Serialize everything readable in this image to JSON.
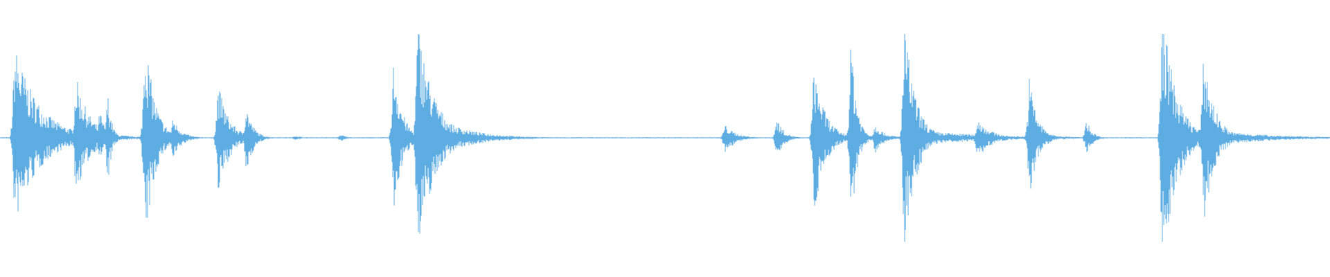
{
  "waveform": {
    "color": "#5dade2",
    "baseline_color": "#5dade2",
    "background": "#ffffff",
    "bursts": [
      {
        "t": 0.011,
        "amp_up": 0.98,
        "amp_down": 0.92,
        "decay": 0.018,
        "tail": 0.22,
        "tail_len": 0.028
      },
      {
        "t": 0.022,
        "amp_up": 0.4,
        "amp_down": 0.35,
        "decay": 0.006,
        "tail": 0.15,
        "tail_len": 0.012
      },
      {
        "t": 0.057,
        "amp_up": 0.66,
        "amp_down": 0.62,
        "decay": 0.01,
        "tail": 0.18,
        "tail_len": 0.018
      },
      {
        "t": 0.075,
        "amp_up": 0.3,
        "amp_down": 0.26,
        "decay": 0.004,
        "tail": 0.1,
        "tail_len": 0.006
      },
      {
        "t": 0.081,
        "amp_up": 0.48,
        "amp_down": 0.52,
        "decay": 0.003,
        "tail": 0.08,
        "tail_len": 0.004
      },
      {
        "t": 0.109,
        "amp_up": 1.16,
        "amp_down": 1.22,
        "decay": 0.007,
        "tail": 0.14,
        "tail_len": 0.012
      },
      {
        "t": 0.13,
        "amp_up": 0.22,
        "amp_down": 0.26,
        "decay": 0.006,
        "tail": 0.06,
        "tail_len": 0.006
      },
      {
        "t": 0.164,
        "amp_up": 0.58,
        "amp_down": 0.62,
        "decay": 0.008,
        "tail": 0.14,
        "tail_len": 0.01
      },
      {
        "t": 0.185,
        "amp_up": 0.36,
        "amp_down": 0.4,
        "decay": 0.005,
        "tail": 0.08,
        "tail_len": 0.008
      },
      {
        "t": 0.222,
        "amp_up": 0.03,
        "amp_down": 0.03,
        "decay": 0.004,
        "tail": 0.02,
        "tail_len": 0.004
      },
      {
        "t": 0.256,
        "amp_up": 0.04,
        "amp_down": 0.04,
        "decay": 0.004,
        "tail": 0.02,
        "tail_len": 0.006
      },
      {
        "t": 0.296,
        "amp_up": 0.85,
        "amp_down": 0.85,
        "decay": 0.006,
        "tail": 0.45,
        "tail_len": 0.006
      },
      {
        "t": 0.314,
        "amp_up": 1.25,
        "amp_down": 1.28,
        "decay": 0.012,
        "tail": 0.4,
        "tail_len": 0.024
      },
      {
        "t": 0.545,
        "amp_up": 0.14,
        "amp_down": 0.16,
        "decay": 0.008,
        "tail": 0.04,
        "tail_len": 0.008
      },
      {
        "t": 0.584,
        "amp_up": 0.22,
        "amp_down": 0.24,
        "decay": 0.005,
        "tail": 0.06,
        "tail_len": 0.006
      },
      {
        "t": 0.612,
        "amp_up": 0.78,
        "amp_down": 0.82,
        "decay": 0.008,
        "tail": 0.16,
        "tail_len": 0.018
      },
      {
        "t": 0.64,
        "amp_up": 1.14,
        "amp_down": 1.06,
        "decay": 0.004,
        "tail": 0.14,
        "tail_len": 0.008
      },
      {
        "t": 0.658,
        "amp_up": 0.16,
        "amp_down": 0.18,
        "decay": 0.006,
        "tail": 0.08,
        "tail_len": 0.01
      },
      {
        "t": 0.68,
        "amp_up": 1.24,
        "amp_down": 1.3,
        "decay": 0.008,
        "tail": 0.1,
        "tail_len": 0.05
      },
      {
        "t": 0.735,
        "amp_up": 0.2,
        "amp_down": 0.22,
        "decay": 0.01,
        "tail": 0.08,
        "tail_len": 0.016
      },
      {
        "t": 0.774,
        "amp_up": 0.64,
        "amp_down": 0.66,
        "decay": 0.006,
        "tail": 0.08,
        "tail_len": 0.016
      },
      {
        "t": 0.817,
        "amp_up": 0.2,
        "amp_down": 0.22,
        "decay": 0.004,
        "tail": 0.04,
        "tail_len": 0.004
      },
      {
        "t": 0.874,
        "amp_up": 1.4,
        "amp_down": 1.5,
        "decay": 0.01,
        "tail": 0.22,
        "tail_len": 0.02
      },
      {
        "t": 0.905,
        "amp_up": 0.9,
        "amp_down": 0.92,
        "decay": 0.008,
        "tail": 0.1,
        "tail_len": 0.04
      }
    ]
  }
}
